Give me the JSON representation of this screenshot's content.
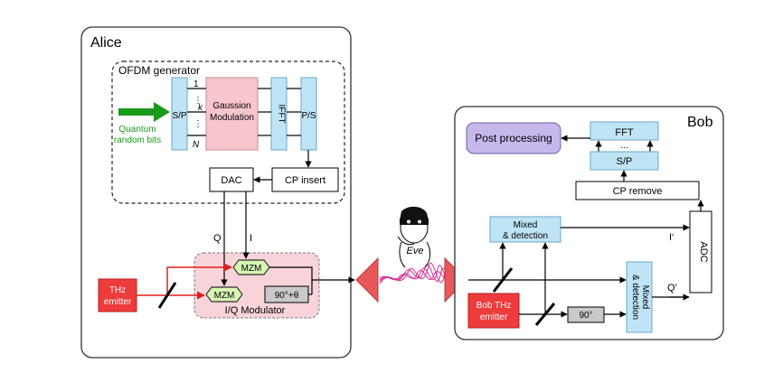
{
  "alice": {
    "title": "Alice",
    "ofdm_title": "OFDM generator",
    "sp": "S/P",
    "idx_1": "1",
    "idx_dots_top": "⋮",
    "idx_k": "k",
    "idx_dots_bottom": "⋮",
    "idx_n": "N",
    "gauss_line1": "Gaussion",
    "gauss_line2": "Modulation",
    "ifft": "IFFT",
    "ps": "P/S",
    "quantum_line1": "Quantum",
    "quantum_line2": "random bits",
    "dac": "DAC",
    "cp_insert": "CP insert",
    "q_label": "Q",
    "i_label": "I",
    "mzm_top": "MZM",
    "mzm_bottom": "MZM",
    "phase": "90°+θ",
    "iq_modulator": "I/Q Modulator",
    "thz_line1": "THz",
    "thz_line2": "emitter"
  },
  "eve": {
    "label": "Eve"
  },
  "bob": {
    "title": "Bob",
    "post_processing": "Post processing",
    "fft": "FFT",
    "dots": "...",
    "sp": "S/P",
    "cp_remove": "CP remove",
    "mixed_line1": "Mixed",
    "mixed_line2": "& detection",
    "i_prime": "I‘",
    "q_prime": "Q’",
    "adc": "ADC",
    "bob_thz_line1": "Bob THz",
    "bob_thz_line2": "emitter",
    "ninety": "90°",
    "mixed2_line1": "Mixed",
    "mixed2_line2": "& detection"
  },
  "colors": {
    "light_blue": "#bfe4f6",
    "pink": "#f7c6cc",
    "light_pink_bg": "#f8d3da",
    "green_mzm": "#d7f5b3",
    "red_emitter": "#ee3b3b",
    "purple": "#c7b8ec",
    "gray": "#c9c9c9",
    "green_arrow": "#1a9a1a",
    "red_line": "#e01f1f",
    "antenna_red": "#e8585a",
    "wave_magenta": "#d3308f"
  }
}
